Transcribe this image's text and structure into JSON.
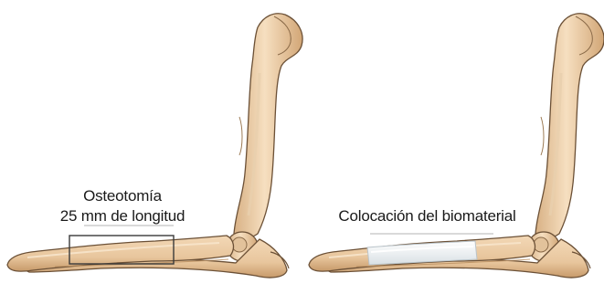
{
  "panels": [
    {
      "label_lines": [
        "Osteotomía",
        "25 mm de longitud"
      ]
    },
    {
      "label_lines": [
        "Colocación del biomaterial"
      ]
    }
  ],
  "colors": {
    "bone_fill": "#efd2ae",
    "bone_shadow": "#c99e6f",
    "bone_outline": "#6b5036",
    "implant": "#eef2f4",
    "osteotomy_box": "#3a3a3a",
    "leader_line": "#9a9a9a"
  }
}
